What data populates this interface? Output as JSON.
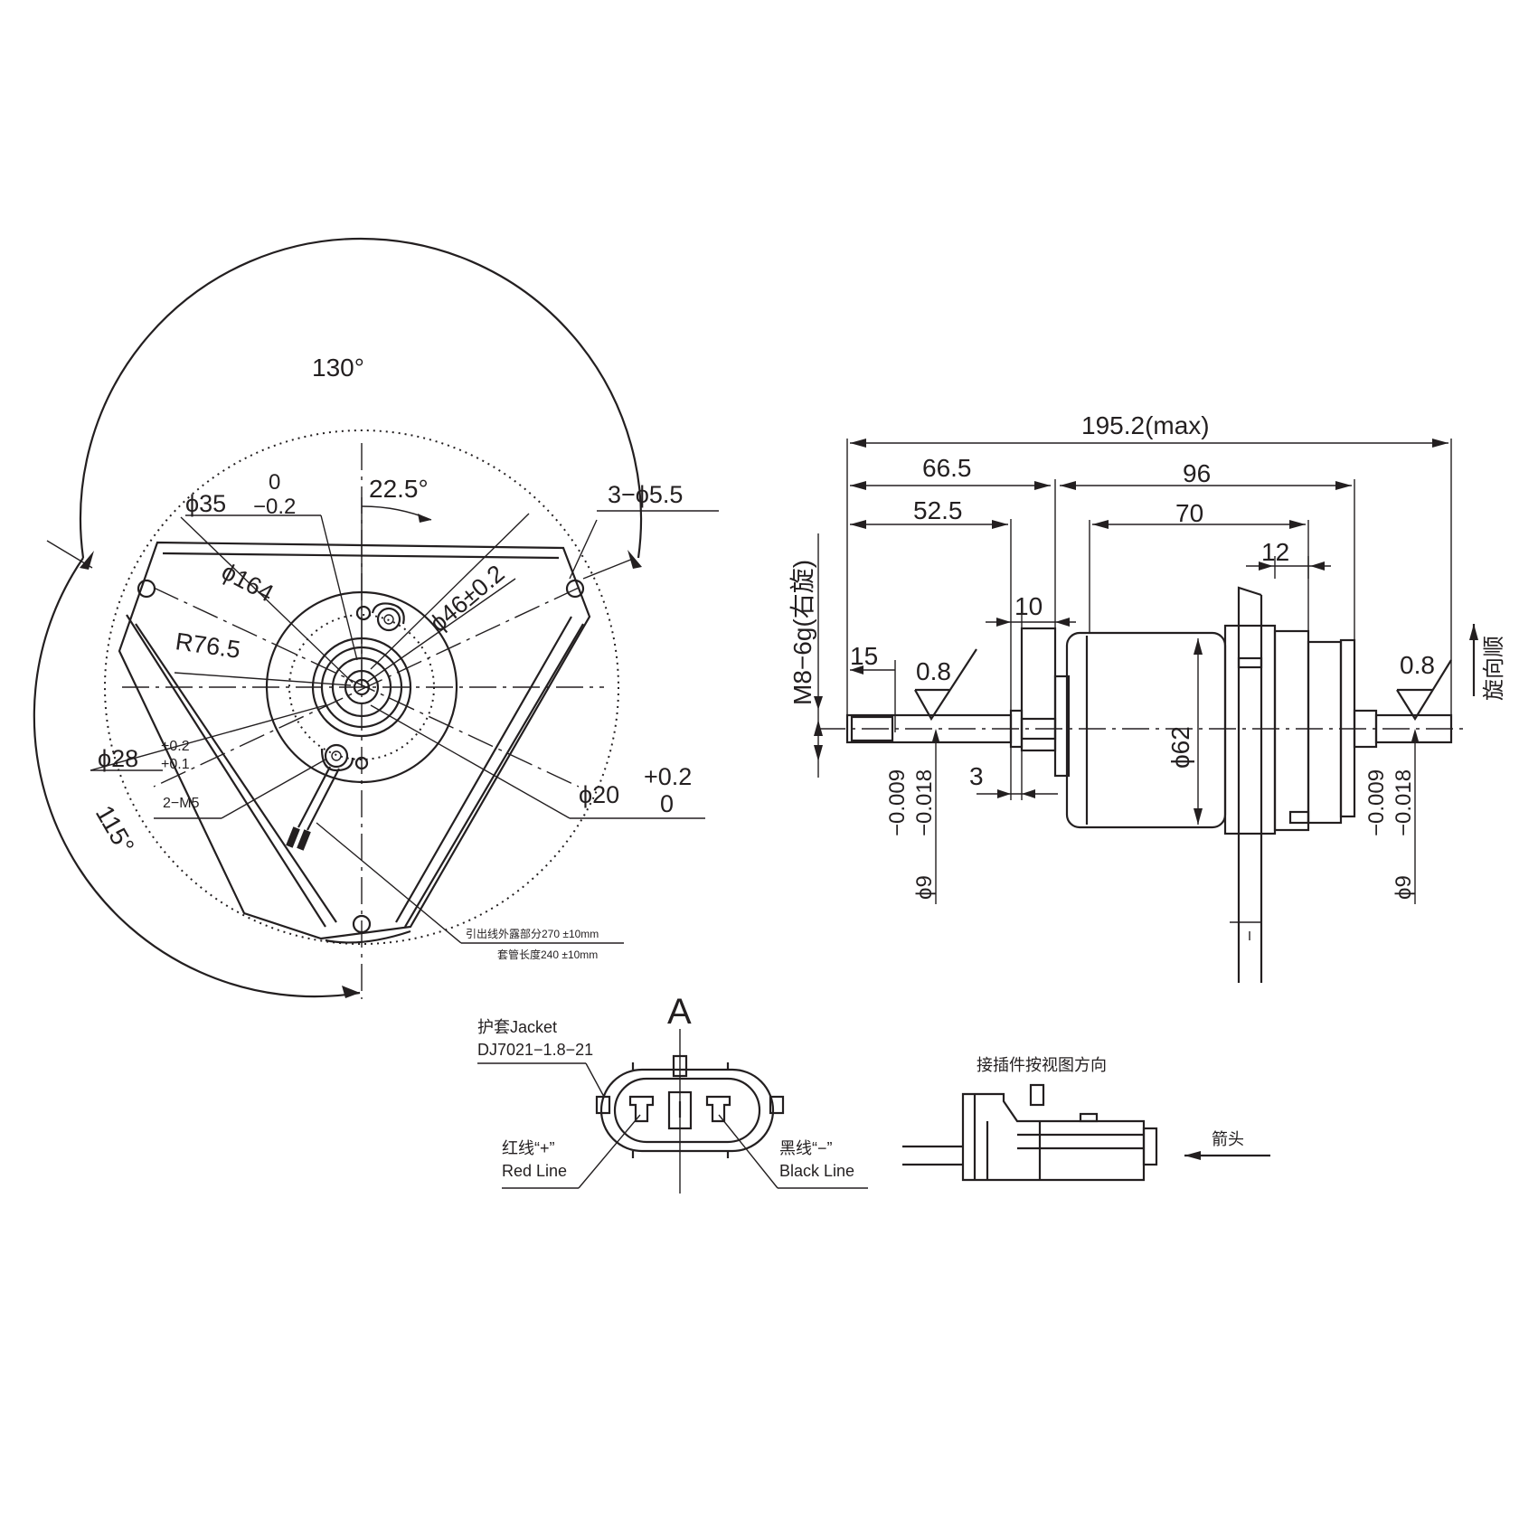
{
  "front_view": {
    "angle_130": "130°",
    "angle_22_5": "22.5°",
    "dia35": "ϕ35",
    "dia35_tol_upper": "0",
    "dia35_tol_lower": "−0.2",
    "holes_3": "3−ϕ5.5",
    "dia164": "ϕ164",
    "dia46": "ϕ46±0.2",
    "r76_5": "R76.5",
    "dia28": "ϕ28",
    "dia28_tol_upper": "+0.2",
    "dia28_tol_lower": "+0.1",
    "m5": "2−M5",
    "dia20": "ϕ20",
    "dia20_tol_upper": "+0.2",
    "dia20_tol_lower": "0",
    "angle_115": "115°",
    "lead_note_1": "引出线外露部分270    ±10mm",
    "lead_note_2": "套管长度240    ±10mm"
  },
  "side_view": {
    "overall": "195.2(max)",
    "d66_5": "66.5",
    "d96": "96",
    "d52_5": "52.5",
    "d70": "70",
    "d12": "12",
    "d10": "10",
    "d15": "15",
    "rough_left": "0.8",
    "rough_right": "0.8",
    "thread": "M8−6g(右旋)",
    "dia62": "ϕ62",
    "d3": "3",
    "shaft_tol_upper": "−0.009",
    "shaft_tol_lower": "−0.018",
    "shaft_dia": "ϕ9",
    "rotation": "旋向顺"
  },
  "connector": {
    "view_label": "A",
    "jacket_cn": "护套Jacket",
    "jacket_part": "DJ7021−1.8−21",
    "red_cn": "红线“+”",
    "red_en": "Red Line",
    "black_cn": "黑线“−”",
    "black_en": "Black Line",
    "direction_note": "接插件按视图方向",
    "arrow_note": "箭头"
  }
}
